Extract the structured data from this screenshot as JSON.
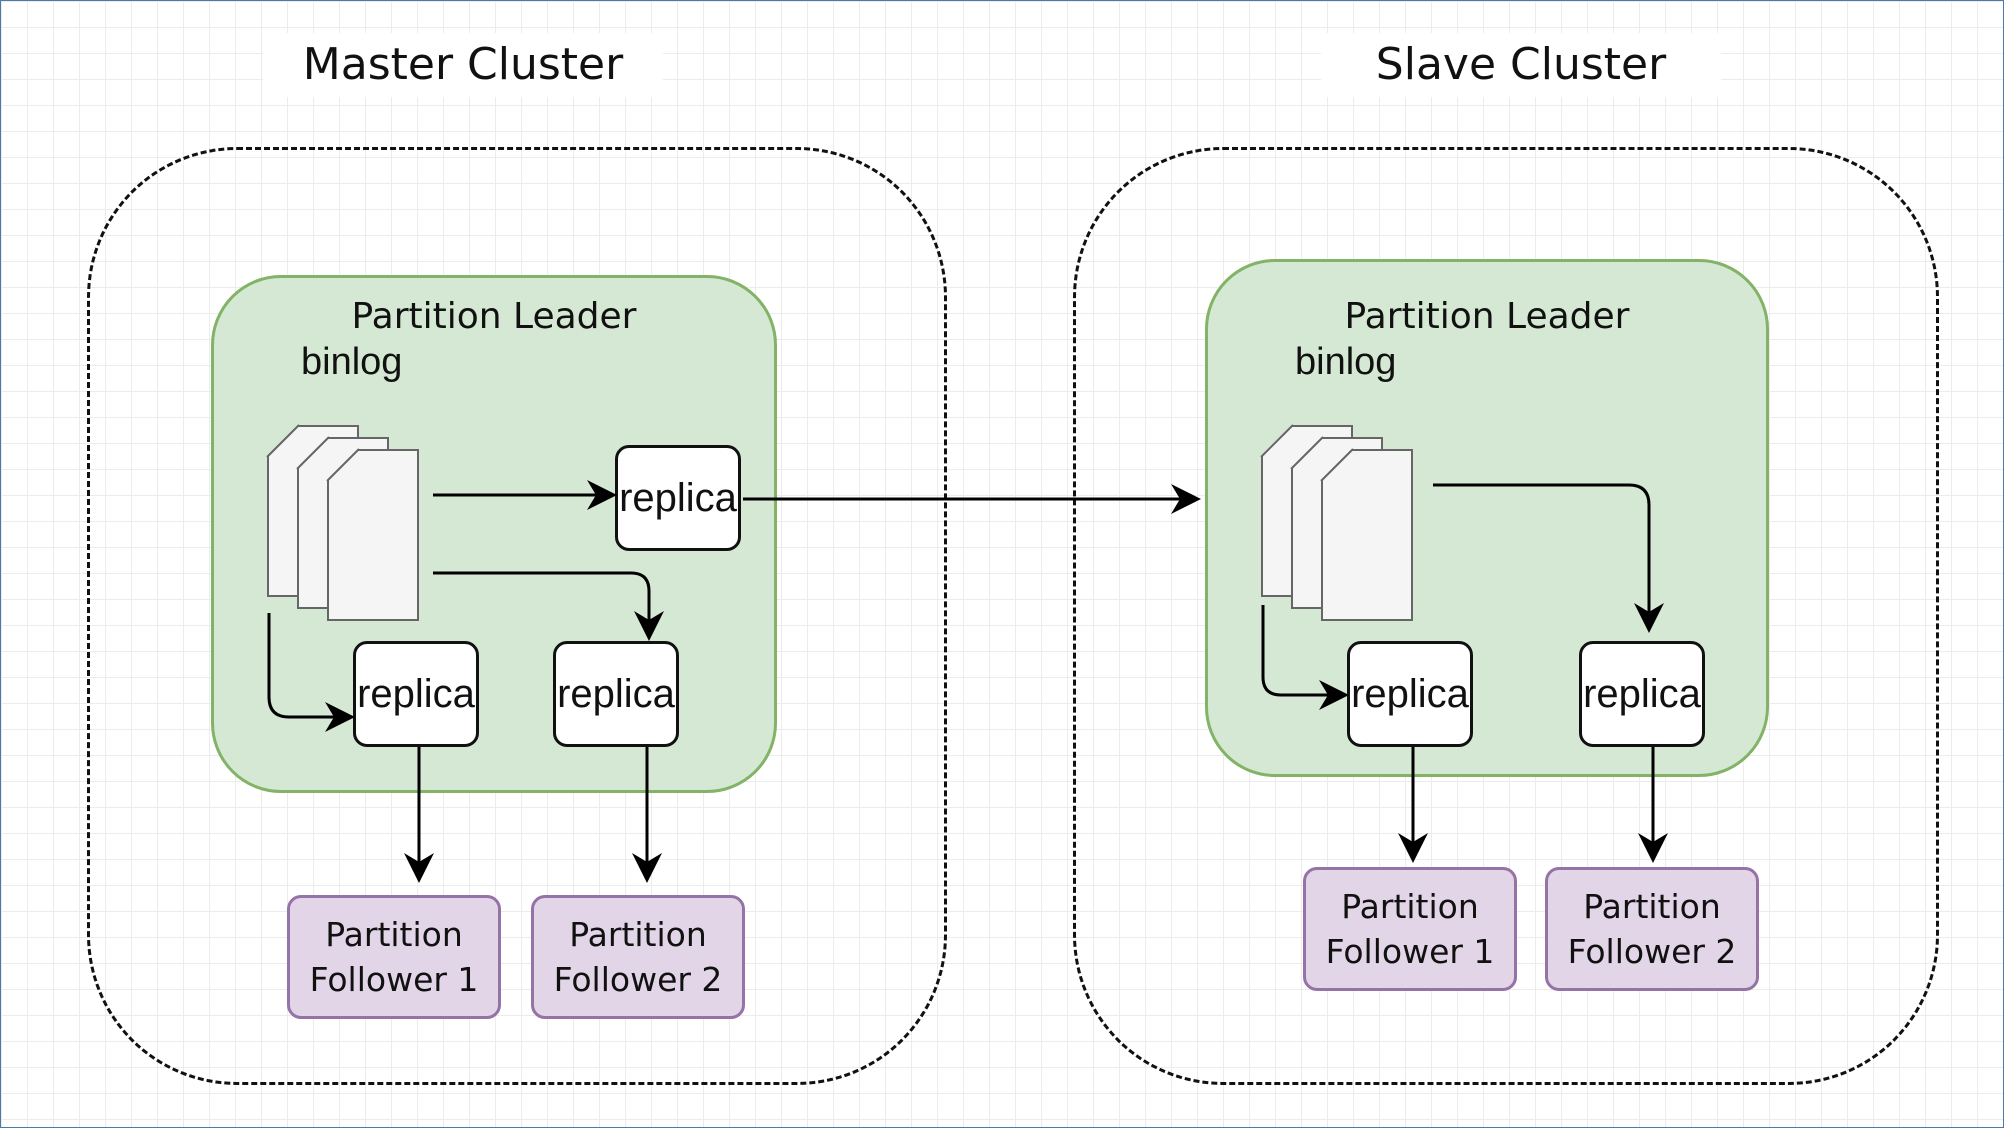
{
  "master": {
    "title": "Master Cluster",
    "leader_label": "Partition Leader",
    "binlog_label": "binlog",
    "replica_label": "replica",
    "followers": [
      {
        "line1": "Partition",
        "line2": "Follower 1"
      },
      {
        "line1": "Partition",
        "line2": "Follower 2"
      }
    ]
  },
  "slave": {
    "title": "Slave Cluster",
    "leader_label": "Partition Leader",
    "binlog_label": "binlog",
    "replica_label": "replica",
    "followers": [
      {
        "line1": "Partition",
        "line2": "Follower 1"
      },
      {
        "line1": "Partition",
        "line2": "Follower 2"
      }
    ]
  },
  "colors": {
    "leader_fill": "#d5e8d4",
    "leader_border": "#82b366",
    "follower_fill": "#e1d5e7",
    "follower_border": "#9673a6",
    "cluster_border": "#111111",
    "arrow": "#000000"
  }
}
